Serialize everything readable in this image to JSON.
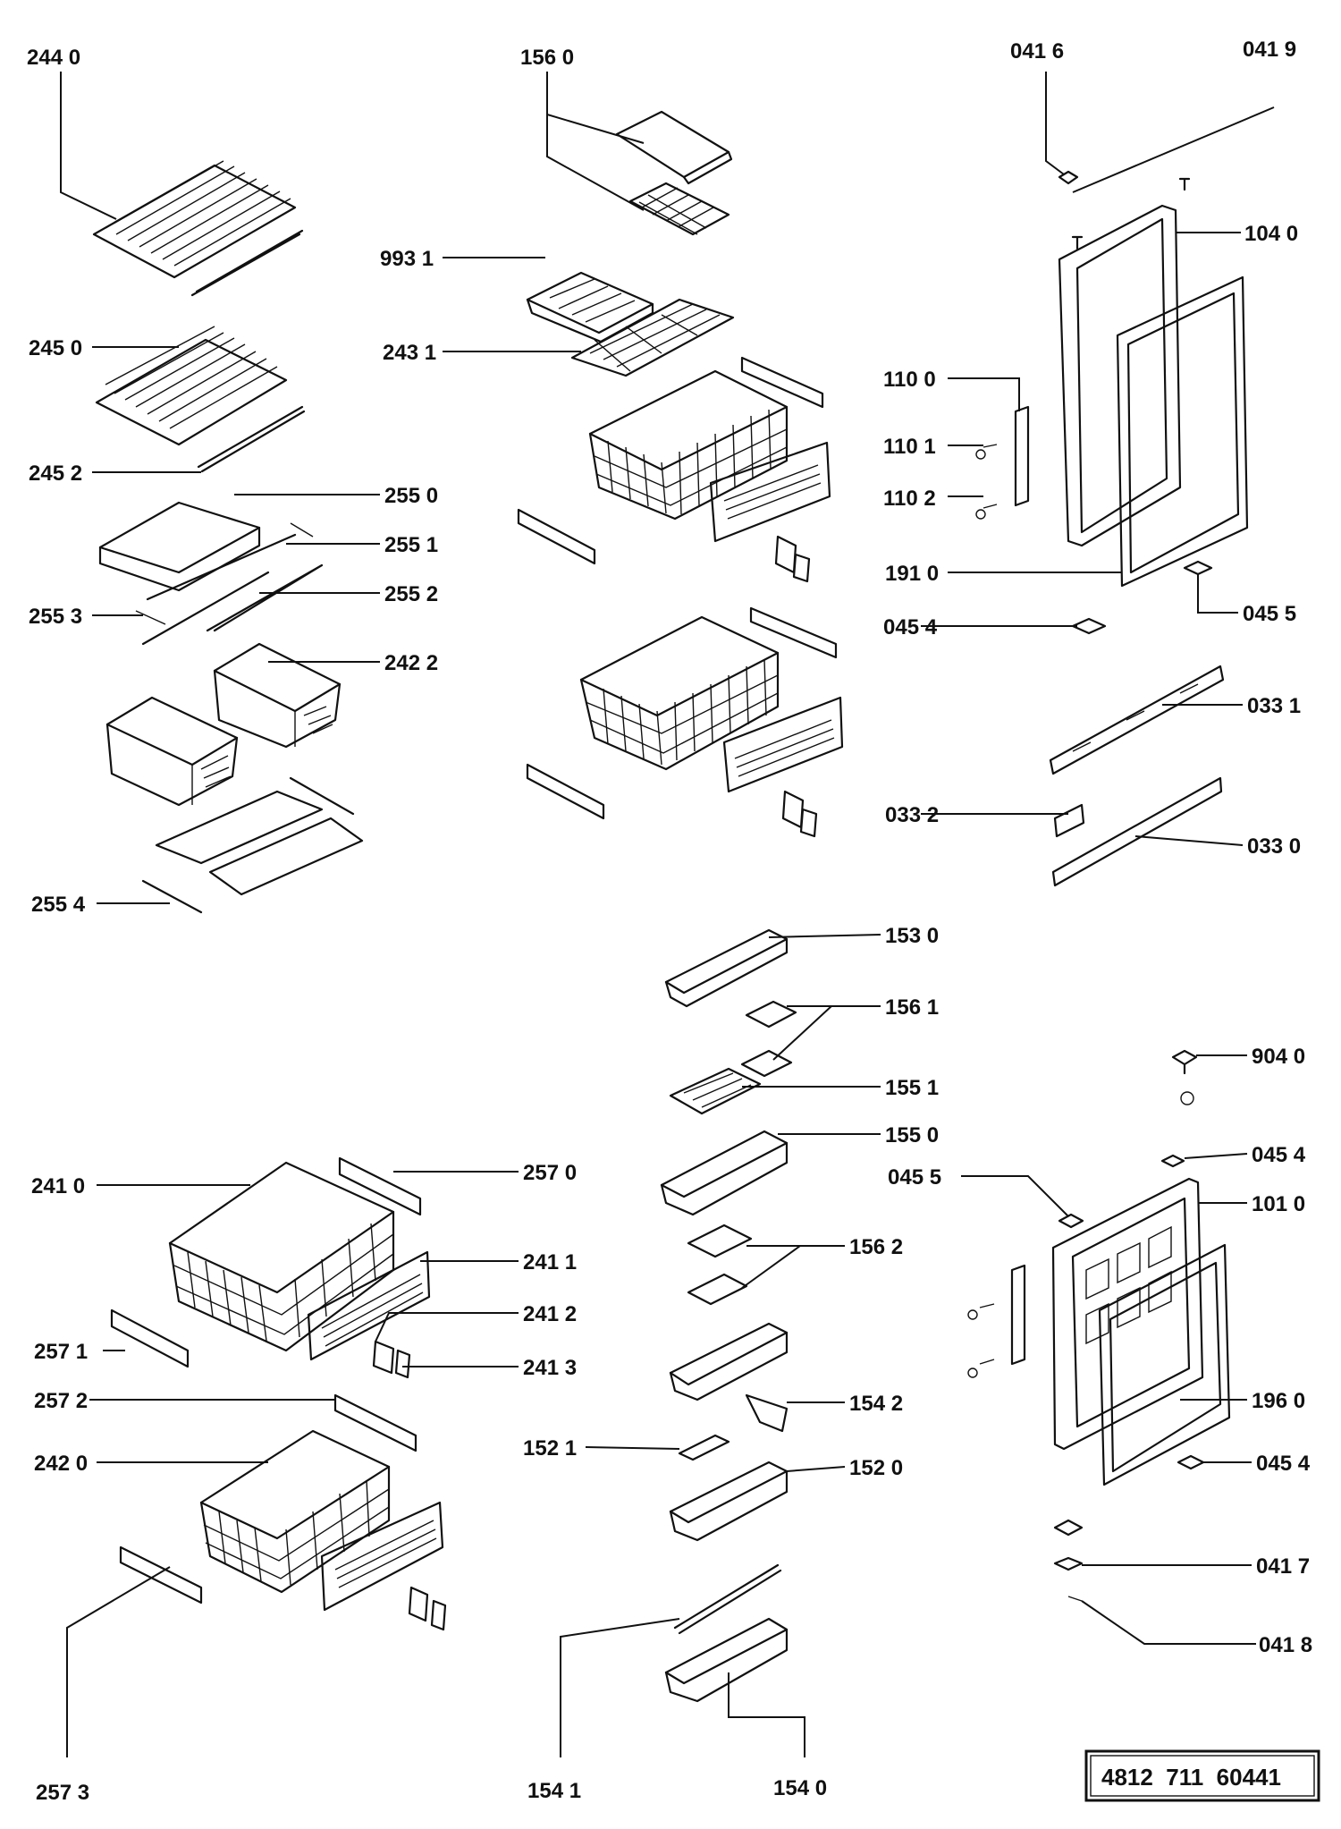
{
  "diagram": {
    "reference_number": "4812  711  60441",
    "part_labels": [
      "244 0",
      "245 0",
      "245 2",
      "255 0",
      "255 1",
      "255 2",
      "255 3",
      "242 2",
      "255 4",
      "156 0",
      "993 1",
      "243 1",
      "041 6",
      "041 9",
      "104 0",
      "110 0",
      "110 1",
      "110 2",
      "191 0",
      "045 5",
      "045 4",
      "033 1",
      "033 2",
      "033 0",
      "153 0",
      "156 1",
      "155 1",
      "155 0",
      "156 2",
      "154 2",
      "152 1",
      "152 0",
      "154 1",
      "154 0",
      "904 0",
      "045 4",
      "045 5",
      "101 0",
      "196 0",
      "045 4",
      "041 7",
      "041 8",
      "241 0",
      "257 0",
      "241 1",
      "241 2",
      "257 1",
      "241 3",
      "257 2",
      "242 0",
      "257 3"
    ],
    "colors": {
      "ink": "#111111",
      "paper": "#ffffff"
    }
  }
}
